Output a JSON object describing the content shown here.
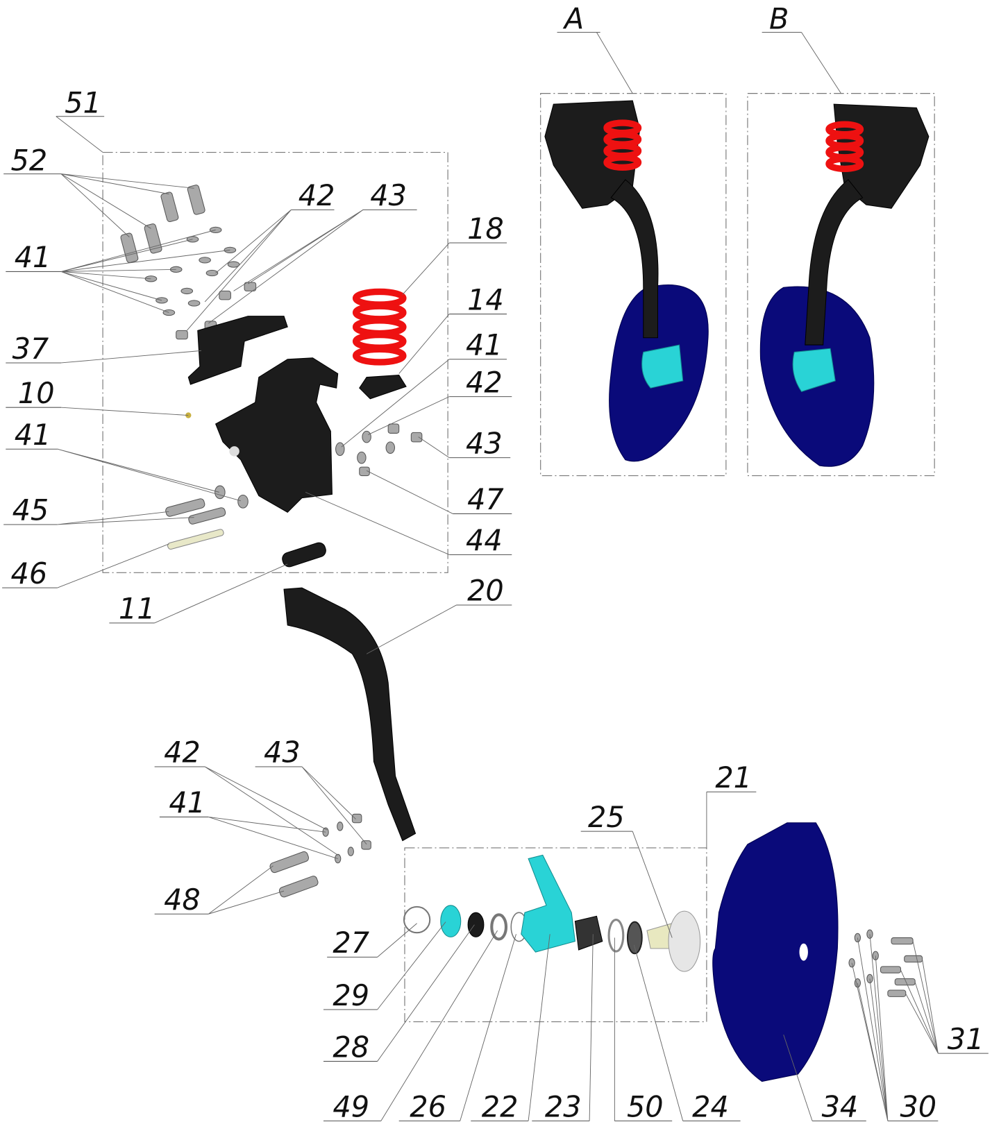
{
  "title": "Disc harrow section exploded assembly view",
  "views": {
    "a": "A",
    "b": "B"
  },
  "callouts": {
    "c51": "51",
    "c52": "52",
    "c42a": "42",
    "c43a": "43",
    "c41a": "41",
    "c18": "18",
    "c14": "14",
    "c41b": "41",
    "c42b": "42",
    "c43b": "43",
    "c47": "47",
    "c44": "44",
    "c37": "37",
    "c10": "10",
    "c41c": "41",
    "c45": "45",
    "c46": "46",
    "c11": "11",
    "c20": "20",
    "c42c": "42",
    "c43c": "43",
    "c41d": "41",
    "c48": "48",
    "c21": "21",
    "c25": "25",
    "c27": "27",
    "c29": "29",
    "c28": "28",
    "c49": "49",
    "c26": "26",
    "c22": "22",
    "c23": "23",
    "c50": "50",
    "c24": "24",
    "c34": "34",
    "c30": "30",
    "c31": "31"
  },
  "colors": {
    "spring": "#ee1111",
    "disc": "#0a0a7a",
    "hub": "#29d3d6",
    "bracket": "#1c1c1c",
    "hardware": "#a9a9a9"
  }
}
